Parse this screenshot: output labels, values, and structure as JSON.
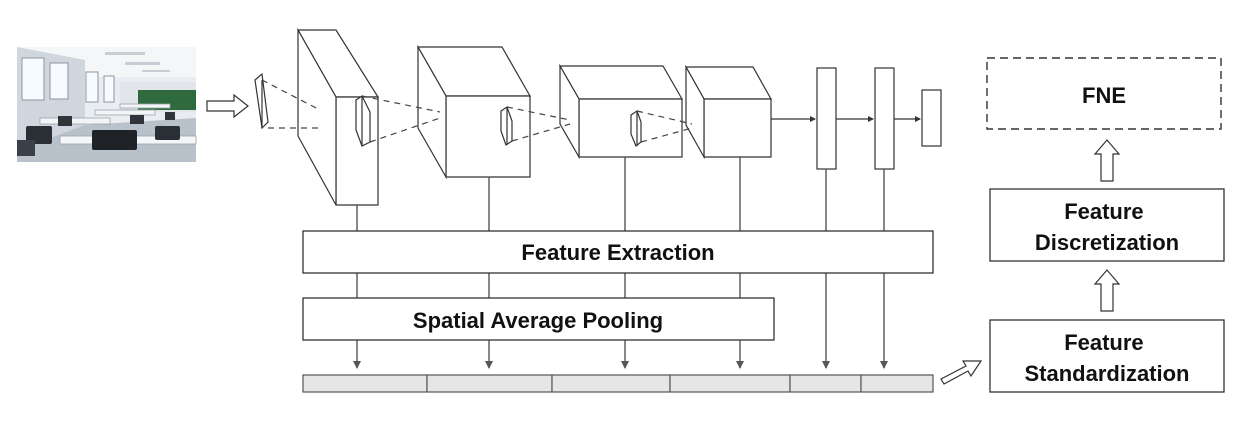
{
  "labels": {
    "feature_extraction": "Feature Extraction",
    "spatial_average_pooling": "Spatial Average Pooling",
    "fne": "FNE",
    "feature_discretization_line1": "Feature",
    "feature_discretization_line2": "Discretization",
    "feature_standardization_line1": "Feature",
    "feature_standardization_line2": "Standardization"
  },
  "input_image": {
    "subject": "classroom photo"
  },
  "colors": {
    "stroke": "#333333",
    "arrow": "#555555",
    "vector_fill": "#e6e6e6",
    "wall": "#dfe3e8",
    "blackboard": "#2f6a3e"
  }
}
